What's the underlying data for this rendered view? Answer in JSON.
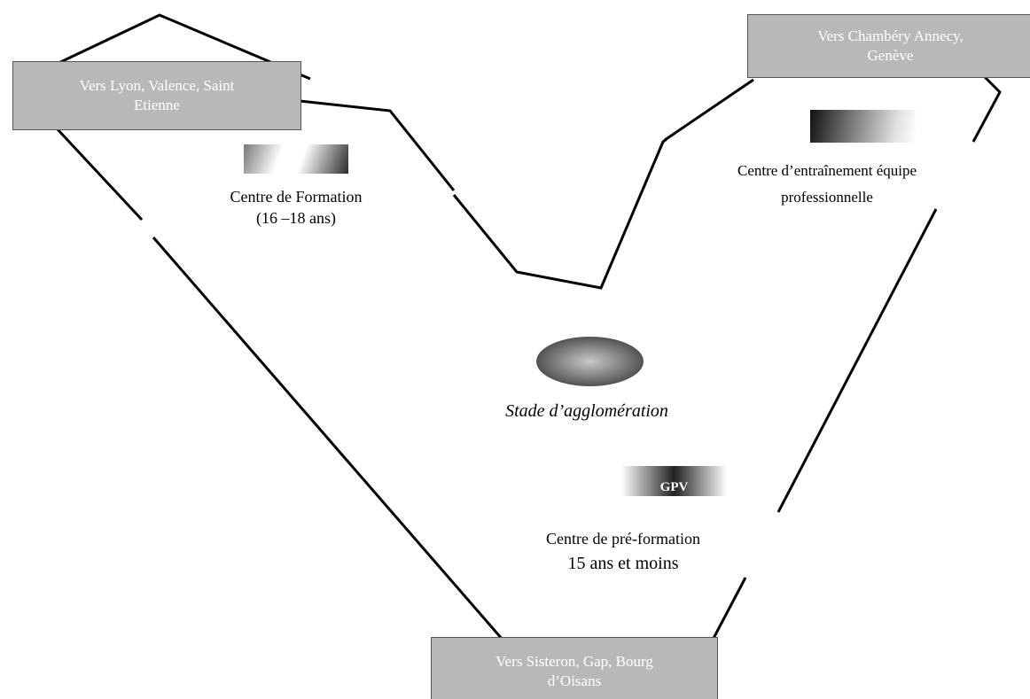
{
  "destinations": {
    "lyon": {
      "line1": "Vers Lyon, Valence, Saint",
      "line2": "Etienne"
    },
    "chambery": {
      "line1": "Vers Chambéry Annecy,",
      "line2": "Genève"
    },
    "sisteron": {
      "line1": "Vers Sisteron, Gap, Bourg",
      "line2": "d’Oisans"
    }
  },
  "sites": {
    "formation": {
      "line1": "Centre de Formation",
      "line2": "(16 –18 ans)"
    },
    "professional": {
      "line1": "Centre d’entraînement équipe",
      "line2": "professionnelle"
    },
    "stadium": {
      "label": "Stade d’agglomération"
    },
    "preformation": {
      "tile_label": "GPV",
      "line1": "Centre de pré-formation",
      "line2": "15 ans et moins"
    }
  },
  "colors": {
    "box_fill": "#b8b8b8",
    "box_text": "#ffffff",
    "outline": "#000000"
  }
}
